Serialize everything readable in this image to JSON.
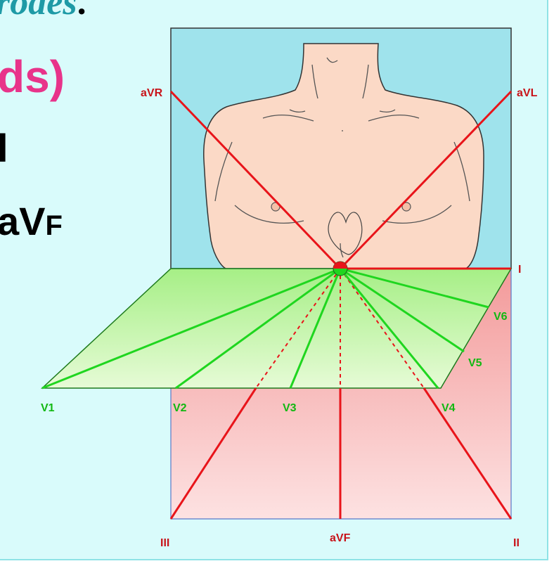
{
  "slide": {
    "title_fragment": "rodes",
    "title_period": ".",
    "leads_fragment": "ds)",
    "line_fragment": "l",
    "avf_main": "aV",
    "avf_sub": "F"
  },
  "diagram": {
    "limb_labels": {
      "avr": "aVR",
      "avl": "aVL",
      "i": "I",
      "ii": "II",
      "iii": "III",
      "avf": "aVF"
    },
    "chest_labels": {
      "v1": "V1",
      "v2": "V2",
      "v3": "V3",
      "v4": "V4",
      "v5": "V5",
      "v6": "V6"
    },
    "colors": {
      "limb_lead": "#e8141a",
      "chest_lead": "#1fd61f",
      "label_red": "#c8141a",
      "label_green": "#12b812",
      "background": "#9fe3ec",
      "skin": "#fbd9c6"
    }
  }
}
